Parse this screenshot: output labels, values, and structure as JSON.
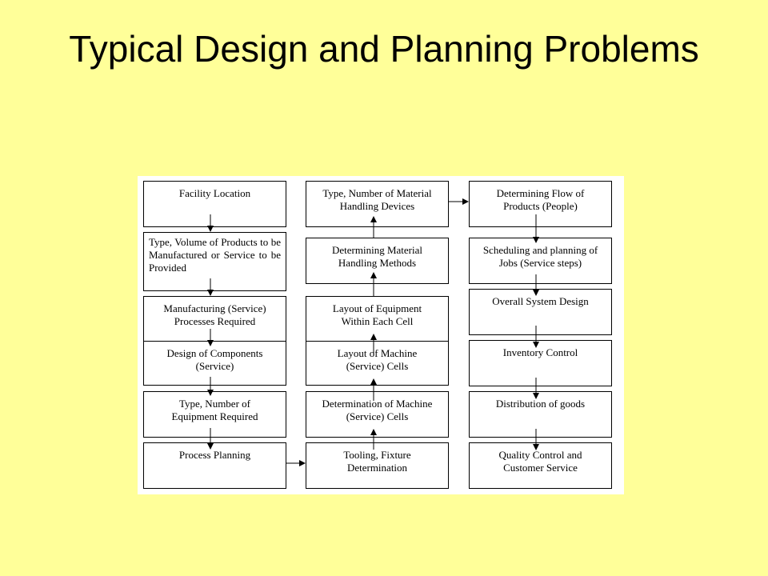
{
  "title": "Typical Design and Planning Problems",
  "columns": [
    {
      "boxes": [
        "Facility Location",
        "Type, Volume of Products to be Manufactured or Service to be Provided",
        "Manufacturing (Service)\nProcesses Required",
        "Design of Components\n(Service)",
        "Type, Number of\nEquipment Required",
        "Process Planning"
      ]
    },
    {
      "boxes": [
        "Type, Number of Material\nHandling Devices",
        "Determining Material\nHandling Methods",
        "Layout of Equipment\nWithin Each Cell",
        "Layout of Machine\n(Service) Cells",
        "Determination of Machine\n(Service) Cells",
        "Tooling, Fixture\nDetermination"
      ]
    },
    {
      "boxes": [
        "Determining Flow of\nProducts (People)",
        "Scheduling and planning of\nJobs (Service steps)",
        "Overall System Design",
        "Inventory Control",
        "Distribution of goods",
        "Quality Control and\nCustomer Service"
      ]
    }
  ]
}
